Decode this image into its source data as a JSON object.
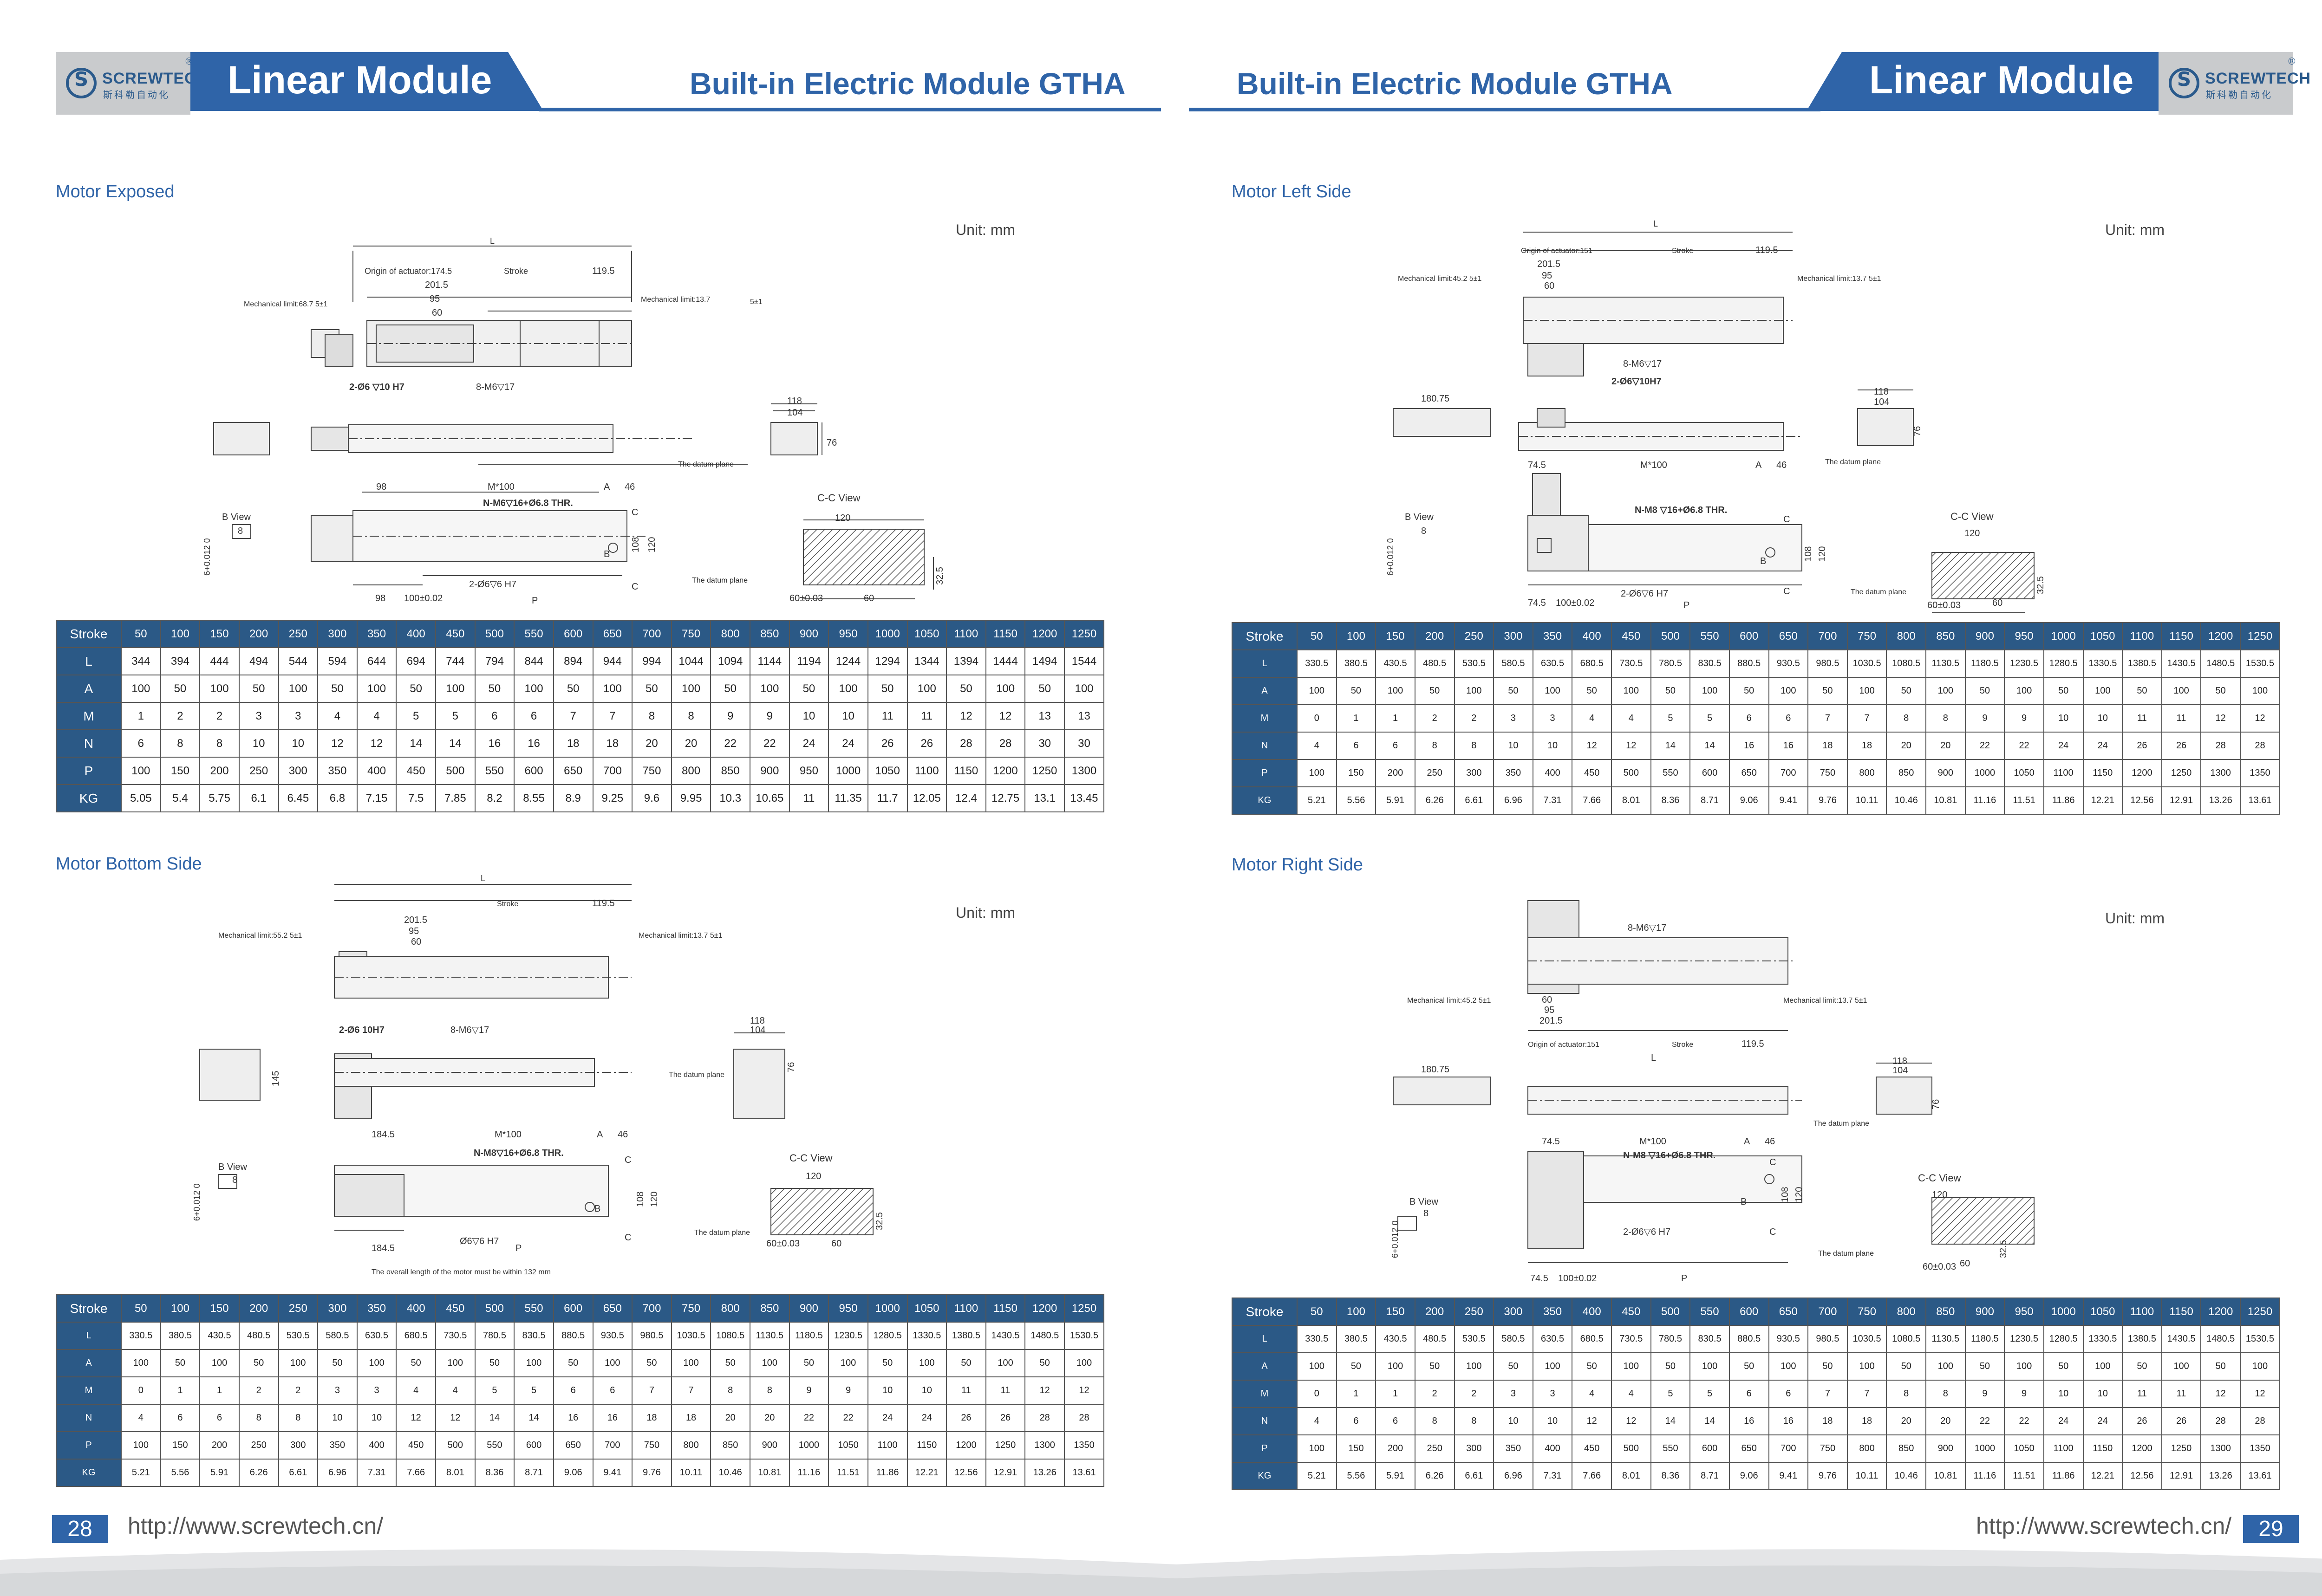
{
  "header": {
    "logo_name": "SCREWTECH",
    "logo_sub": "斯科勒自动化",
    "logo_reg": "®",
    "left_banner": "Linear Module",
    "right_banner": "Linear Module",
    "left_subtitle": "Built-in Electric Module GTHA",
    "right_subtitle": "Built-in Electric Module GTHA"
  },
  "colors": {
    "brand": "#2f64a8",
    "table_header": "#2b5986",
    "logo_bg": "#c9cbcd"
  },
  "sections": [
    {
      "id": "motor-exposed",
      "title": "Motor Exposed",
      "unit": "Unit: mm"
    },
    {
      "id": "motor-left-side",
      "title": "Motor Left Side",
      "unit": "Unit: mm"
    },
    {
      "id": "motor-bottom-side",
      "title": "Motor Bottom Side",
      "unit": "Unit: mm"
    },
    {
      "id": "motor-right-side",
      "title": "Motor Right Side",
      "unit": "Unit: mm"
    }
  ],
  "drawings": {
    "exposed": {
      "L": "L",
      "origin": "Origin of actuator:174.5",
      "stroke": "Stroke",
      "d1195": "119.5",
      "d2015": "201.5",
      "d95": "95",
      "d60": "60",
      "mech_left": "Mechanical limit:68.7 5±1",
      "mech_right": "Mechanical limit:13.7",
      "d5": "5±1",
      "holes1": "2-Ø6 ▽10 H7",
      "holes2": "8-M6▽17",
      "d118": "118",
      "d104": "104",
      "d76": "76",
      "datum": "The datum plane",
      "d98": "98",
      "m100": "M*100",
      "a": "A",
      "d46": "46",
      "nm": "N-M6▽16+Ø6.8 THR.",
      "c": "C",
      "bview": "B View",
      "d8": "8",
      "tol": "6+0.012 0",
      "b": "B",
      "d108": "108",
      "d120": "120",
      "holes3": "2-Ø6▽6 H7",
      "p": "P",
      "d100": "100±0.02",
      "ccview": "C-C View",
      "d60b": "60±0.03",
      "d325": "32.5"
    },
    "left": {
      "L": "L",
      "origin": "Origin of actuator:151",
      "stroke": "Stroke",
      "d1195": "119.5",
      "d2015": "201.5",
      "d95": "95",
      "d60": "60",
      "mech_left": "Mechanical limit:45.2 5±1",
      "mech_right": "Mechanical limit:13.7 5±1",
      "holes2": "8-M6▽17",
      "holes1": "2-Ø6▽10H7",
      "d18075": "180.75",
      "d118": "118",
      "d104": "104",
      "d76": "76",
      "datum": "The datum plane",
      "d745": "74.5",
      "m100": "M*100",
      "a": "A",
      "d46": "46",
      "nm": "N-M8 ▽16+Ø6.8 THR.",
      "c": "C",
      "bview": "B View",
      "d8": "8",
      "tol": "6+0.012 0",
      "b": "B",
      "d108": "108",
      "d120": "120",
      "holes3": "2-Ø6▽6 H7",
      "p": "P",
      "d100": "100±0.02",
      "ccview": "C-C View",
      "d60b": "60±0.03",
      "d60c": "60",
      "d325": "32.5"
    },
    "bottom": {
      "L": "L",
      "origin": "Mechanical limit:55.2 5±1",
      "stroke": "Stroke",
      "d1195": "119.5",
      "d2015": "201.5",
      "d95": "95",
      "d60": "60",
      "mech_left": "Mechanical limit:55.2 5±1",
      "mech_right": "Mechanical limit:13.7 5±1",
      "holes1": "2-Ø6 10H7",
      "holes2": "8-M6▽17",
      "d118": "118",
      "d104": "104",
      "d76": "76",
      "d145": "145",
      "datum": "The datum plane",
      "d1845": "184.5",
      "m100": "M*100",
      "a": "A",
      "d46": "46",
      "nm": "N-M8▽16+Ø6.8 THR.",
      "c": "C",
      "bview": "B View",
      "d8": "8",
      "tol": "6+0.012 0",
      "b": "B",
      "d108": "108",
      "d120": "120",
      "holes3": "Ø6▽6 H7",
      "p": "P",
      "ccview": "C-C View",
      "d60b": "60±0.03",
      "d60c": "60",
      "d325": "32.5",
      "note": "The overall length of the motor must be within 132 mm"
    },
    "right": {
      "L": "L",
      "origin": "Origin of actuator:151",
      "stroke": "Stroke",
      "d1195": "119.5",
      "d2015": "201.5",
      "d95": "95",
      "d60": "60",
      "mech_left": "Mechanical limit:45.2 5±1",
      "mech_right": "Mechanical limit:13.7 5±1",
      "holes2": "8-M6▽17",
      "d18075": "180.75",
      "d118": "118",
      "d104": "104",
      "d76": "76",
      "datum": "The datum plane",
      "d745": "74.5",
      "m100": "M*100",
      "a": "A",
      "d46": "46",
      "nm": "N-M8 ▽16+Ø6.8 THR.",
      "c": "C",
      "bview": "B View",
      "d8": "8",
      "tol": "6+0.012 0",
      "b": "B",
      "d108": "108",
      "d120": "120",
      "holes3": "2-Ø6▽6 H7",
      "p": "P",
      "d100": "100±0.02",
      "ccview": "C-C View",
      "d60b": "60±0.03",
      "d60c": "60",
      "d325": "32.5"
    }
  },
  "tables": {
    "exposed": {
      "header": [
        "Stroke",
        "50",
        "100",
        "150",
        "200",
        "250",
        "300",
        "350",
        "400",
        "450",
        "500",
        "550",
        "600",
        "650",
        "700",
        "750",
        "800",
        "850",
        "900",
        "950",
        "1000",
        "1050",
        "1100",
        "1150",
        "1200",
        "1250"
      ],
      "rows": [
        [
          "L",
          "344",
          "394",
          "444",
          "494",
          "544",
          "594",
          "644",
          "694",
          "744",
          "794",
          "844",
          "894",
          "944",
          "994",
          "1044",
          "1094",
          "1144",
          "1194",
          "1244",
          "1294",
          "1344",
          "1394",
          "1444",
          "1494",
          "1544"
        ],
        [
          "A",
          "100",
          "50",
          "100",
          "50",
          "100",
          "50",
          "100",
          "50",
          "100",
          "50",
          "100",
          "50",
          "100",
          "50",
          "100",
          "50",
          "100",
          "50",
          "100",
          "50",
          "100",
          "50",
          "100",
          "50",
          "100"
        ],
        [
          "M",
          "1",
          "2",
          "2",
          "3",
          "3",
          "4",
          "4",
          "5",
          "5",
          "6",
          "6",
          "7",
          "7",
          "8",
          "8",
          "9",
          "9",
          "10",
          "10",
          "11",
          "11",
          "12",
          "12",
          "13",
          "13"
        ],
        [
          "N",
          "6",
          "8",
          "8",
          "10",
          "10",
          "12",
          "12",
          "14",
          "14",
          "16",
          "16",
          "18",
          "18",
          "20",
          "20",
          "22",
          "22",
          "24",
          "24",
          "26",
          "26",
          "28",
          "28",
          "30",
          "30"
        ],
        [
          "P",
          "100",
          "150",
          "200",
          "250",
          "300",
          "350",
          "400",
          "450",
          "500",
          "550",
          "600",
          "650",
          "700",
          "750",
          "800",
          "850",
          "900",
          "950",
          "1000",
          "1050",
          "1100",
          "1150",
          "1200",
          "1250",
          "1300"
        ],
        [
          "KG",
          "5.05",
          "5.4",
          "5.75",
          "6.1",
          "6.45",
          "6.8",
          "7.15",
          "7.5",
          "7.85",
          "8.2",
          "8.55",
          "8.9",
          "9.25",
          "9.6",
          "9.95",
          "10.3",
          "10.65",
          "11",
          "11.35",
          "11.7",
          "12.05",
          "12.4",
          "12.75",
          "13.1",
          "13.45"
        ]
      ]
    },
    "left": {
      "header": [
        "Stroke",
        "50",
        "100",
        "150",
        "200",
        "250",
        "300",
        "350",
        "400",
        "450",
        "500",
        "550",
        "600",
        "650",
        "700",
        "750",
        "800",
        "850",
        "900",
        "950",
        "1000",
        "1050",
        "1100",
        "1150",
        "1200",
        "1250"
      ],
      "rows": [
        [
          "L",
          "330.5",
          "380.5",
          "430.5",
          "480.5",
          "530.5",
          "580.5",
          "630.5",
          "680.5",
          "730.5",
          "780.5",
          "830.5",
          "880.5",
          "930.5",
          "980.5",
          "1030.5",
          "1080.5",
          "1130.5",
          "1180.5",
          "1230.5",
          "1280.5",
          "1330.5",
          "1380.5",
          "1430.5",
          "1480.5",
          "1530.5"
        ],
        [
          "A",
          "100",
          "50",
          "100",
          "50",
          "100",
          "50",
          "100",
          "50",
          "100",
          "50",
          "100",
          "50",
          "100",
          "50",
          "100",
          "50",
          "100",
          "50",
          "100",
          "50",
          "100",
          "50",
          "100",
          "50",
          "100"
        ],
        [
          "M",
          "0",
          "1",
          "1",
          "2",
          "2",
          "3",
          "3",
          "4",
          "4",
          "5",
          "5",
          "6",
          "6",
          "7",
          "7",
          "8",
          "8",
          "9",
          "9",
          "10",
          "10",
          "11",
          "11",
          "12",
          "12"
        ],
        [
          "N",
          "4",
          "6",
          "6",
          "8",
          "8",
          "10",
          "10",
          "12",
          "12",
          "14",
          "14",
          "16",
          "16",
          "18",
          "18",
          "20",
          "20",
          "22",
          "22",
          "24",
          "24",
          "26",
          "26",
          "28",
          "28"
        ],
        [
          "P",
          "100",
          "150",
          "200",
          "250",
          "300",
          "350",
          "400",
          "450",
          "500",
          "550",
          "600",
          "650",
          "700",
          "750",
          "800",
          "850",
          "900",
          "1000",
          "1050",
          "1100",
          "1150",
          "1200",
          "1250",
          "1300",
          "1350"
        ],
        [
          "KG",
          "5.21",
          "5.56",
          "5.91",
          "6.26",
          "6.61",
          "6.96",
          "7.31",
          "7.66",
          "8.01",
          "8.36",
          "8.71",
          "9.06",
          "9.41",
          "9.76",
          "10.11",
          "10.46",
          "10.81",
          "11.16",
          "11.51",
          "11.86",
          "12.21",
          "12.56",
          "12.91",
          "13.26",
          "13.61"
        ]
      ]
    },
    "bottom": {
      "header": [
        "Stroke",
        "50",
        "100",
        "150",
        "200",
        "250",
        "300",
        "350",
        "400",
        "450",
        "500",
        "550",
        "600",
        "650",
        "700",
        "750",
        "800",
        "850",
        "900",
        "950",
        "1000",
        "1050",
        "1100",
        "1150",
        "1200",
        "1250"
      ],
      "rows": [
        [
          "L",
          "330.5",
          "380.5",
          "430.5",
          "480.5",
          "530.5",
          "580.5",
          "630.5",
          "680.5",
          "730.5",
          "780.5",
          "830.5",
          "880.5",
          "930.5",
          "980.5",
          "1030.5",
          "1080.5",
          "1130.5",
          "1180.5",
          "1230.5",
          "1280.5",
          "1330.5",
          "1380.5",
          "1430.5",
          "1480.5",
          "1530.5"
        ],
        [
          "A",
          "100",
          "50",
          "100",
          "50",
          "100",
          "50",
          "100",
          "50",
          "100",
          "50",
          "100",
          "50",
          "100",
          "50",
          "100",
          "50",
          "100",
          "50",
          "100",
          "50",
          "100",
          "50",
          "100",
          "50",
          "100"
        ],
        [
          "M",
          "0",
          "1",
          "1",
          "2",
          "2",
          "3",
          "3",
          "4",
          "4",
          "5",
          "5",
          "6",
          "6",
          "7",
          "7",
          "8",
          "8",
          "9",
          "9",
          "10",
          "10",
          "11",
          "11",
          "12",
          "12"
        ],
        [
          "N",
          "4",
          "6",
          "6",
          "8",
          "8",
          "10",
          "10",
          "12",
          "12",
          "14",
          "14",
          "16",
          "16",
          "18",
          "18",
          "20",
          "20",
          "22",
          "22",
          "24",
          "24",
          "26",
          "26",
          "28",
          "28"
        ],
        [
          "P",
          "100",
          "150",
          "200",
          "250",
          "300",
          "350",
          "400",
          "450",
          "500",
          "550",
          "600",
          "650",
          "700",
          "750",
          "800",
          "850",
          "900",
          "1000",
          "1050",
          "1100",
          "1150",
          "1200",
          "1250",
          "1300",
          "1350"
        ],
        [
          "KG",
          "5.21",
          "5.56",
          "5.91",
          "6.26",
          "6.61",
          "6.96",
          "7.31",
          "7.66",
          "8.01",
          "8.36",
          "8.71",
          "9.06",
          "9.41",
          "9.76",
          "10.11",
          "10.46",
          "10.81",
          "11.16",
          "11.51",
          "11.86",
          "12.21",
          "12.56",
          "12.91",
          "13.26",
          "13.61"
        ]
      ]
    },
    "right": {
      "header": [
        "Stroke",
        "50",
        "100",
        "150",
        "200",
        "250",
        "300",
        "350",
        "400",
        "450",
        "500",
        "550",
        "600",
        "650",
        "700",
        "750",
        "800",
        "850",
        "900",
        "950",
        "1000",
        "1050",
        "1100",
        "1150",
        "1200",
        "1250"
      ],
      "rows": [
        [
          "L",
          "330.5",
          "380.5",
          "430.5",
          "480.5",
          "530.5",
          "580.5",
          "630.5",
          "680.5",
          "730.5",
          "780.5",
          "830.5",
          "880.5",
          "930.5",
          "980.5",
          "1030.5",
          "1080.5",
          "1130.5",
          "1180.5",
          "1230.5",
          "1280.5",
          "1330.5",
          "1380.5",
          "1430.5",
          "1480.5",
          "1530.5"
        ],
        [
          "A",
          "100",
          "50",
          "100",
          "50",
          "100",
          "50",
          "100",
          "50",
          "100",
          "50",
          "100",
          "50",
          "100",
          "50",
          "100",
          "50",
          "100",
          "50",
          "100",
          "50",
          "100",
          "50",
          "100",
          "50",
          "100"
        ],
        [
          "M",
          "0",
          "1",
          "1",
          "2",
          "2",
          "3",
          "3",
          "4",
          "4",
          "5",
          "5",
          "6",
          "6",
          "7",
          "7",
          "8",
          "8",
          "9",
          "9",
          "10",
          "10",
          "11",
          "11",
          "12",
          "12"
        ],
        [
          "N",
          "4",
          "6",
          "6",
          "8",
          "8",
          "10",
          "10",
          "12",
          "12",
          "14",
          "14",
          "16",
          "16",
          "18",
          "18",
          "20",
          "20",
          "22",
          "22",
          "24",
          "24",
          "26",
          "26",
          "28",
          "28"
        ],
        [
          "P",
          "100",
          "150",
          "200",
          "250",
          "300",
          "350",
          "400",
          "450",
          "500",
          "550",
          "600",
          "650",
          "700",
          "750",
          "800",
          "850",
          "900",
          "1000",
          "1050",
          "1100",
          "1150",
          "1200",
          "1250",
          "1300",
          "1350"
        ],
        [
          "KG",
          "5.21",
          "5.56",
          "5.91",
          "6.26",
          "6.61",
          "6.96",
          "7.31",
          "7.66",
          "8.01",
          "8.36",
          "8.71",
          "9.06",
          "9.41",
          "9.76",
          "10.11",
          "10.46",
          "10.81",
          "11.16",
          "11.51",
          "11.86",
          "12.21",
          "12.56",
          "12.91",
          "13.26",
          "13.61"
        ]
      ]
    }
  },
  "footer": {
    "left_page": "28",
    "right_page": "29",
    "left_url": "http://www.screwtech.cn/",
    "right_url": "http://www.screwtech.cn/"
  }
}
